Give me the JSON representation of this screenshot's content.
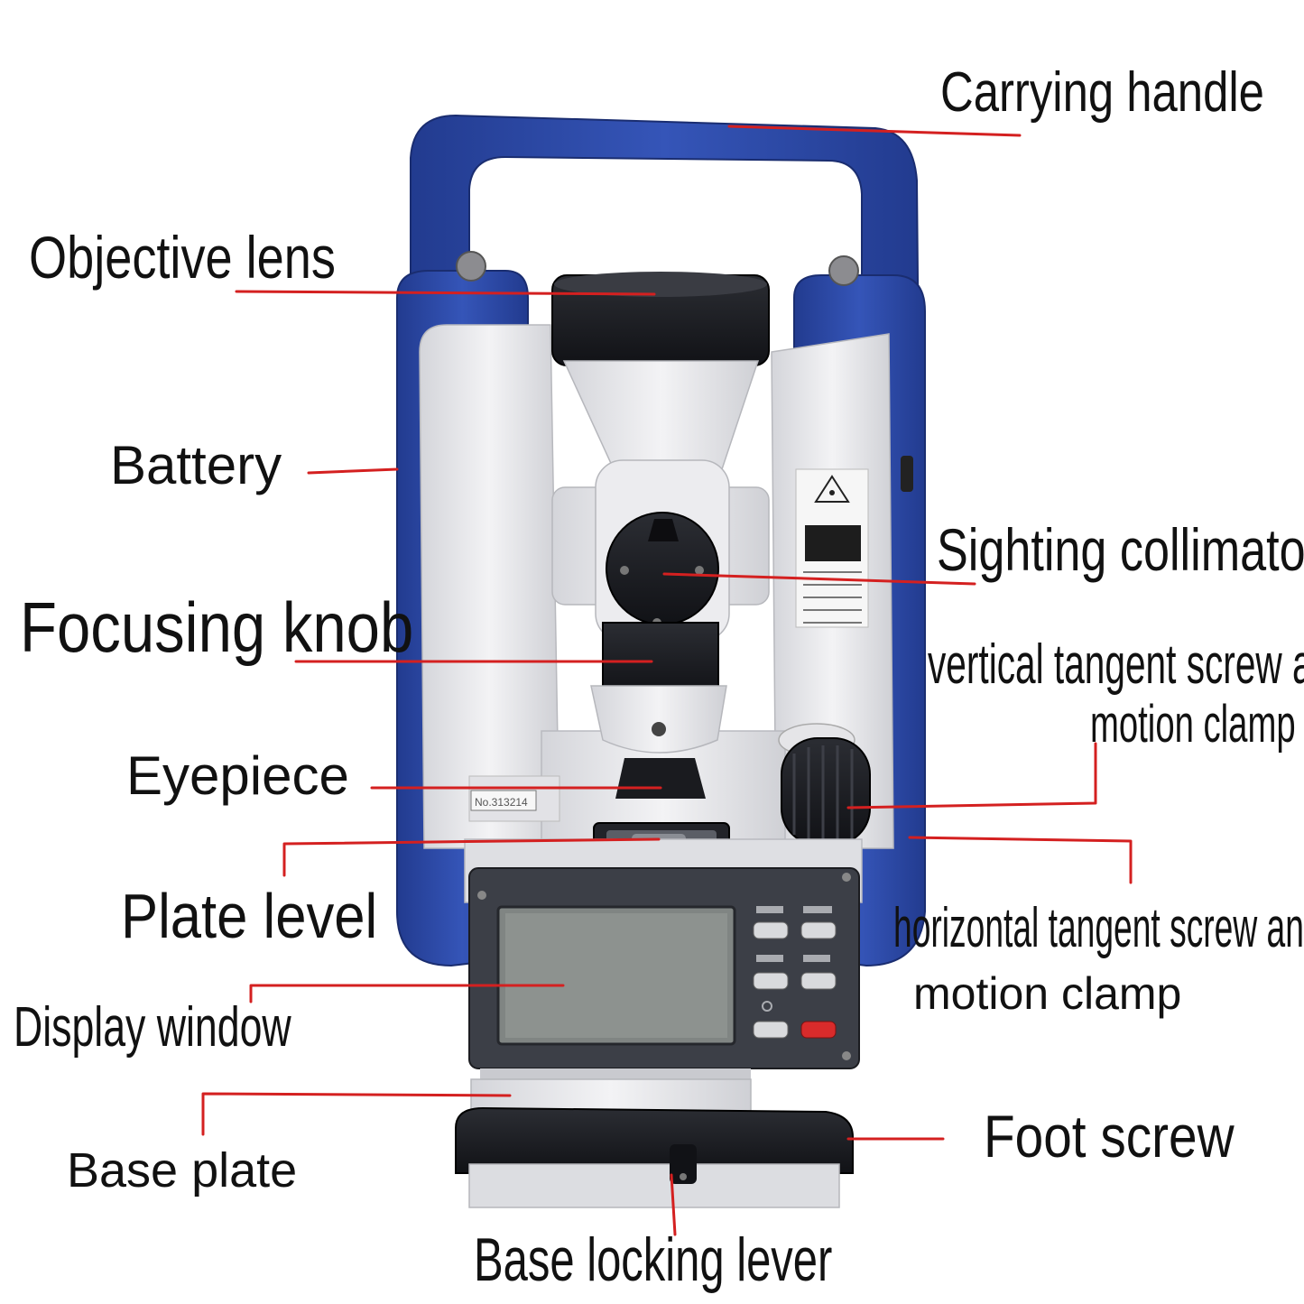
{
  "labels": {
    "carrying_handle": "Carrying handle",
    "objective_lens": "Objective lens",
    "battery": "Battery",
    "focusing_knob": "Focusing knob",
    "eyepiece": "Eyepiece",
    "plate_level": "Plate level",
    "display_window": "Display window",
    "base_plate": "Base plate",
    "base_locking_lever": "Base locking lever",
    "sighting_collimator": "Sighting collimator",
    "vertical_tangent_line1": "vertical tangent screw and",
    "vertical_tangent_line2": "motion clamp",
    "horizontal_tangent_line1": "horizontal tangent screw and",
    "horizontal_tangent_line2": "motion clamp",
    "foot_screw": "Foot screw"
  },
  "device": {
    "serial_plate": "No.313214"
  },
  "colors": {
    "leader_line": "#d42020",
    "body_blue": "#2d4aa8",
    "body_white": "#e9e9ec",
    "panel_dark": "#3c3f47",
    "screen": "#808583",
    "power_button": "#d92b2b"
  }
}
